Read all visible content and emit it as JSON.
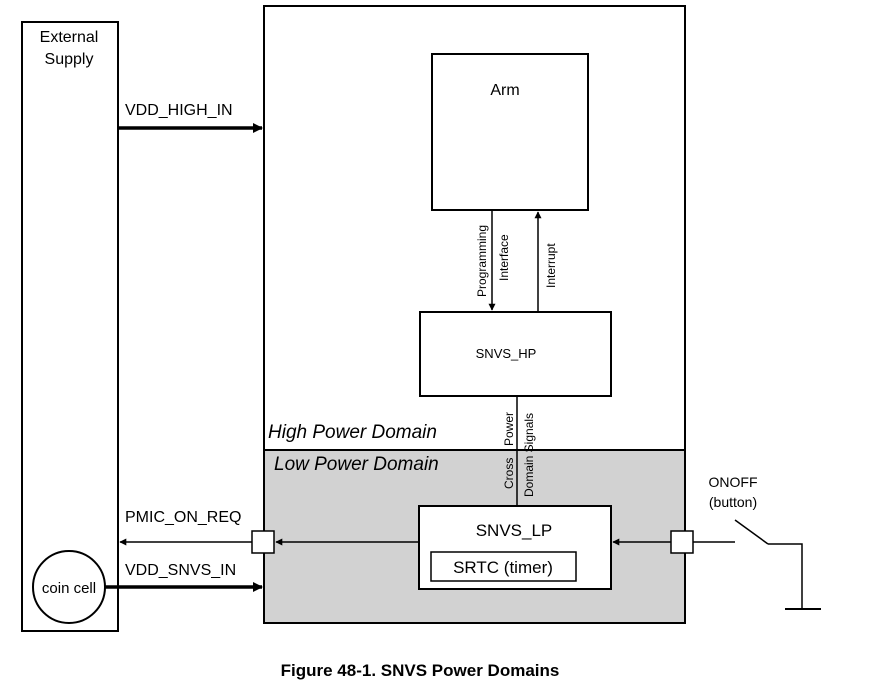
{
  "external_supply": {
    "line1": "External",
    "line2": "Supply"
  },
  "coin_cell": "coin cell",
  "signals": {
    "vdd_high_in": "VDD_HIGH_IN",
    "pmic_on_req": "PMIC_ON_REQ",
    "vdd_snvs_in": "VDD_SNVS_IN",
    "programming": "Programming",
    "interface": "Interface",
    "interrupt": "Interrupt",
    "cross": "Cross",
    "power": "Power",
    "domain_signals": "Domain Signals"
  },
  "blocks": {
    "arm": "Arm",
    "snvs_hp": "SNVS_HP",
    "snvs_lp": "SNVS_LP",
    "srtc": "SRTC (timer)"
  },
  "domains": {
    "high": "High Power Domain",
    "low": "Low Power Domain"
  },
  "onoff": {
    "line1": "ONOFF",
    "line2": "(button)"
  },
  "caption": "Figure 48-1. SNVS Power Domains",
  "colors": {
    "low_domain_fill": "#d2d2d2",
    "line": "#000000"
  }
}
